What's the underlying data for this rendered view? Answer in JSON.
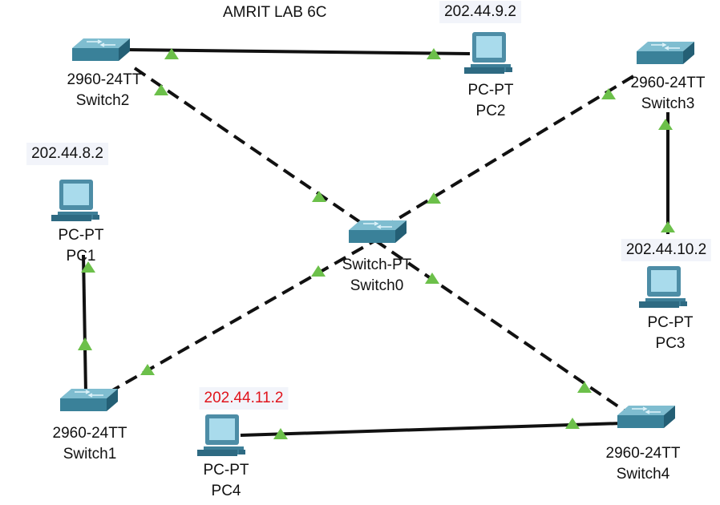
{
  "title": "AMRIT LAB 6C",
  "colors": {
    "link": "#111111",
    "port_up": "#6cc04a",
    "switch_top": "#5fa2b6",
    "switch_side": "#2f6f87",
    "pc_screen": "#9fd3e6",
    "pc_body": "#4d8da6",
    "ip_red": "#e0141c"
  },
  "devices": {
    "switch0": {
      "model": "Switch-PT",
      "name": "Switch0",
      "icon": "switch-icon"
    },
    "switch1": {
      "model": "2960-24TT",
      "name": "Switch1",
      "icon": "switch-icon"
    },
    "switch2": {
      "model": "2960-24TT",
      "name": "Switch2",
      "icon": "switch-icon"
    },
    "switch3": {
      "model": "2960-24TT",
      "name": "Switch3",
      "icon": "switch-icon"
    },
    "switch4": {
      "model": "2960-24TT",
      "name": "Switch4",
      "icon": "switch-icon"
    },
    "pc1": {
      "model": "PC-PT",
      "name": "PC1",
      "ip": "202.44.8.2",
      "icon": "pc-icon"
    },
    "pc2": {
      "model": "PC-PT",
      "name": "PC2",
      "ip": "202.44.9.2",
      "icon": "pc-icon"
    },
    "pc3": {
      "model": "PC-PT",
      "name": "PC3",
      "ip": "202.44.10.2",
      "icon": "pc-icon"
    },
    "pc4": {
      "model": "PC-PT",
      "name": "PC4",
      "ip": "202.44.11.2",
      "icon": "pc-icon"
    }
  },
  "links": [
    {
      "from": "switch2",
      "to": "pc2",
      "type": "straight"
    },
    {
      "from": "switch2",
      "to": "switch0",
      "type": "crossover"
    },
    {
      "from": "switch3",
      "to": "switch0",
      "type": "crossover"
    },
    {
      "from": "switch3",
      "to": "pc3",
      "type": "straight"
    },
    {
      "from": "pc1",
      "to": "switch1",
      "type": "straight"
    },
    {
      "from": "switch1",
      "to": "switch0",
      "type": "crossover"
    },
    {
      "from": "switch0",
      "to": "switch4",
      "type": "crossover"
    },
    {
      "from": "pc4",
      "to": "switch4",
      "type": "straight"
    }
  ]
}
